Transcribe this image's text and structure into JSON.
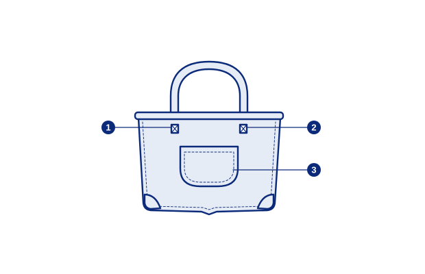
{
  "colors": {
    "outline": "#0c2a7a",
    "fill": "#e6ecf6",
    "background": "#ffffff",
    "badge_text": "#ffffff"
  },
  "callouts": [
    {
      "number": "1"
    },
    {
      "number": "2"
    },
    {
      "number": "3"
    }
  ]
}
